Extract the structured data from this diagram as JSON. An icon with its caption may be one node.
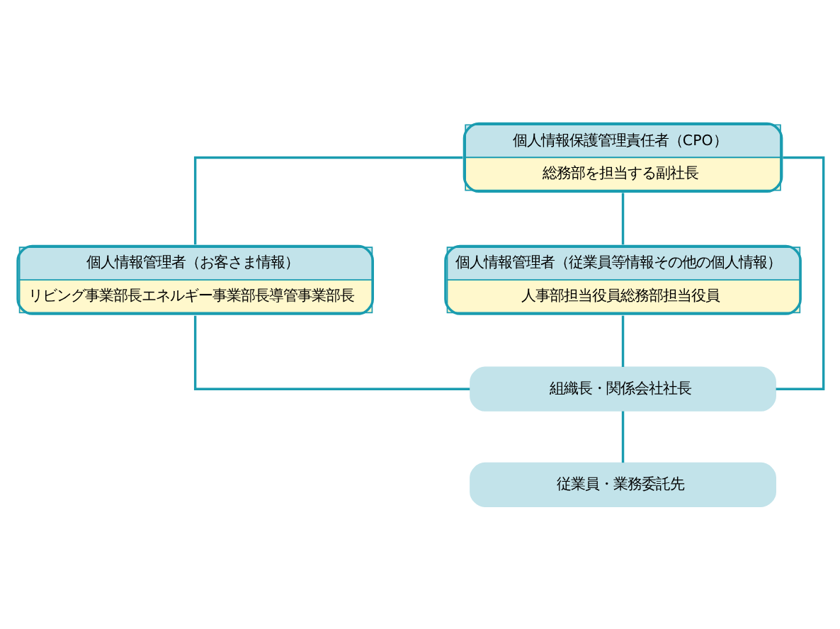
{
  "diagram": {
    "nodes": [
      {
        "text": [
          "個人情報保護管理責任者（CPO）",
          "総務部を担当する副社長"
        ]
      },
      {
        "text": [
          "個人情報管理者（お客さま情報）",
          "リビング事業部長エネルギー事業部長導管事業部長"
        ]
      },
      {
        "text": [
          "個人情報管理者（従業員等情報その他の個人情報）",
          "人事部担当役員総務部担当役員"
        ]
      },
      {
        "text": [
          "組織長・関係会社社長"
        ]
      },
      {
        "text": [
          "従業員・業務委託先"
        ]
      }
    ],
    "edges": [
      {
        "from": 0,
        "to": 1,
        "arrow": "none"
      },
      {
        "from": 0,
        "to": 2,
        "arrow": "none"
      },
      {
        "from": 0,
        "to": 3,
        "arrow": "none"
      },
      {
        "from": 1,
        "to": 3,
        "arrow": "none"
      },
      {
        "from": 2,
        "to": 3,
        "arrow": "none"
      },
      {
        "from": 3,
        "to": 4,
        "arrow": "none"
      }
    ]
  }
}
